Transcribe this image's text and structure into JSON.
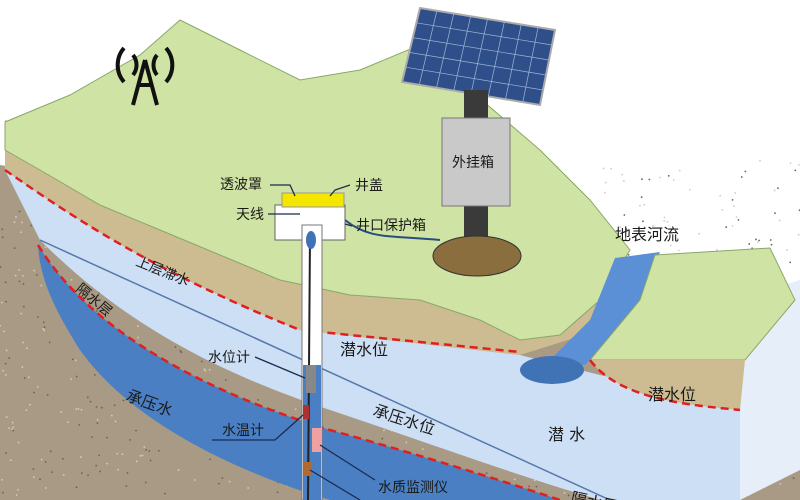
{
  "diagram": {
    "equipment": {
      "radome": "透波罩",
      "well_cover": "井盖",
      "antenna": "天线",
      "wellhead_box": "井口保护箱",
      "external_box": "外挂箱",
      "water_level_gauge": "水位计",
      "water_temp_gauge": "水温计",
      "water_quality_monitor": "水质监测仪"
    },
    "layers": {
      "surface_river": "地表河流",
      "perched_water": "上层滞水",
      "aquitard_left": "隔水层",
      "phreatic_level_center": "潜水位",
      "phreatic_level_right": "潜水位",
      "confined_water": "承压水",
      "confined_water_level": "承压水位",
      "phreatic_water": "潜 水",
      "aquitard_bottom": "隔水层"
    },
    "colors": {
      "green_surface": "#cfe3a4",
      "soil": "#cdbb92",
      "gravel": "#a89a84",
      "phreatic": "#cddff5",
      "confined": "#4a7fc4",
      "water_table": "#e02020"
    }
  }
}
